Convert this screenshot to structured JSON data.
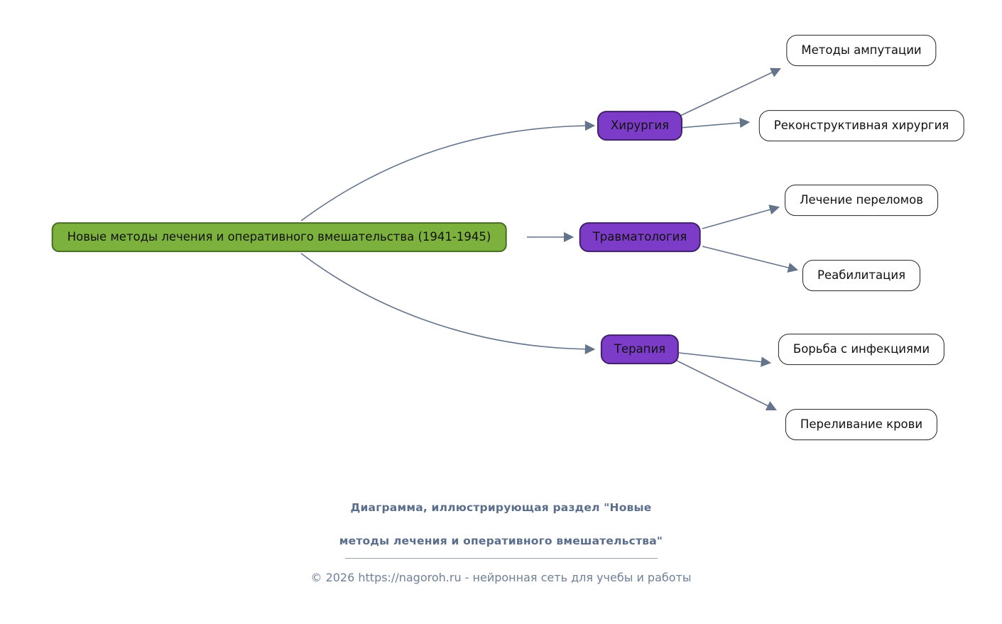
{
  "diagram": {
    "root": {
      "label": "Новые методы лечения и оперативного вмешательства (1941-1945)"
    },
    "branches": [
      {
        "label": "Хирургия",
        "children": [
          {
            "label": "Методы ампутации"
          },
          {
            "label": "Реконструктивная хирургия"
          }
        ]
      },
      {
        "label": "Травматология",
        "children": [
          {
            "label": "Лечение переломов"
          },
          {
            "label": "Реабилитация"
          }
        ]
      },
      {
        "label": "Терапия",
        "children": [
          {
            "label": "Борьба с инфекциями"
          },
          {
            "label": "Переливание крови"
          }
        ]
      }
    ],
    "colors": {
      "root_fill": "#7cb13e",
      "root_border": "#476d22",
      "branch_fill": "#7d3cc8",
      "branch_border": "#41206b",
      "leaf_fill": "#ffffff",
      "leaf_border": "#222222",
      "edge": "#64748b",
      "caption": "#5a6e8c",
      "copyright": "#6f8097"
    }
  },
  "footer": {
    "caption_line1": "Диаграмма, иллюстрирующая раздел \"Новые",
    "caption_line2": "методы лечения и оперативного вмешательства\"",
    "copyright": "© 2026 https://nagoroh.ru - нейронная сеть для учебы и работы"
  }
}
